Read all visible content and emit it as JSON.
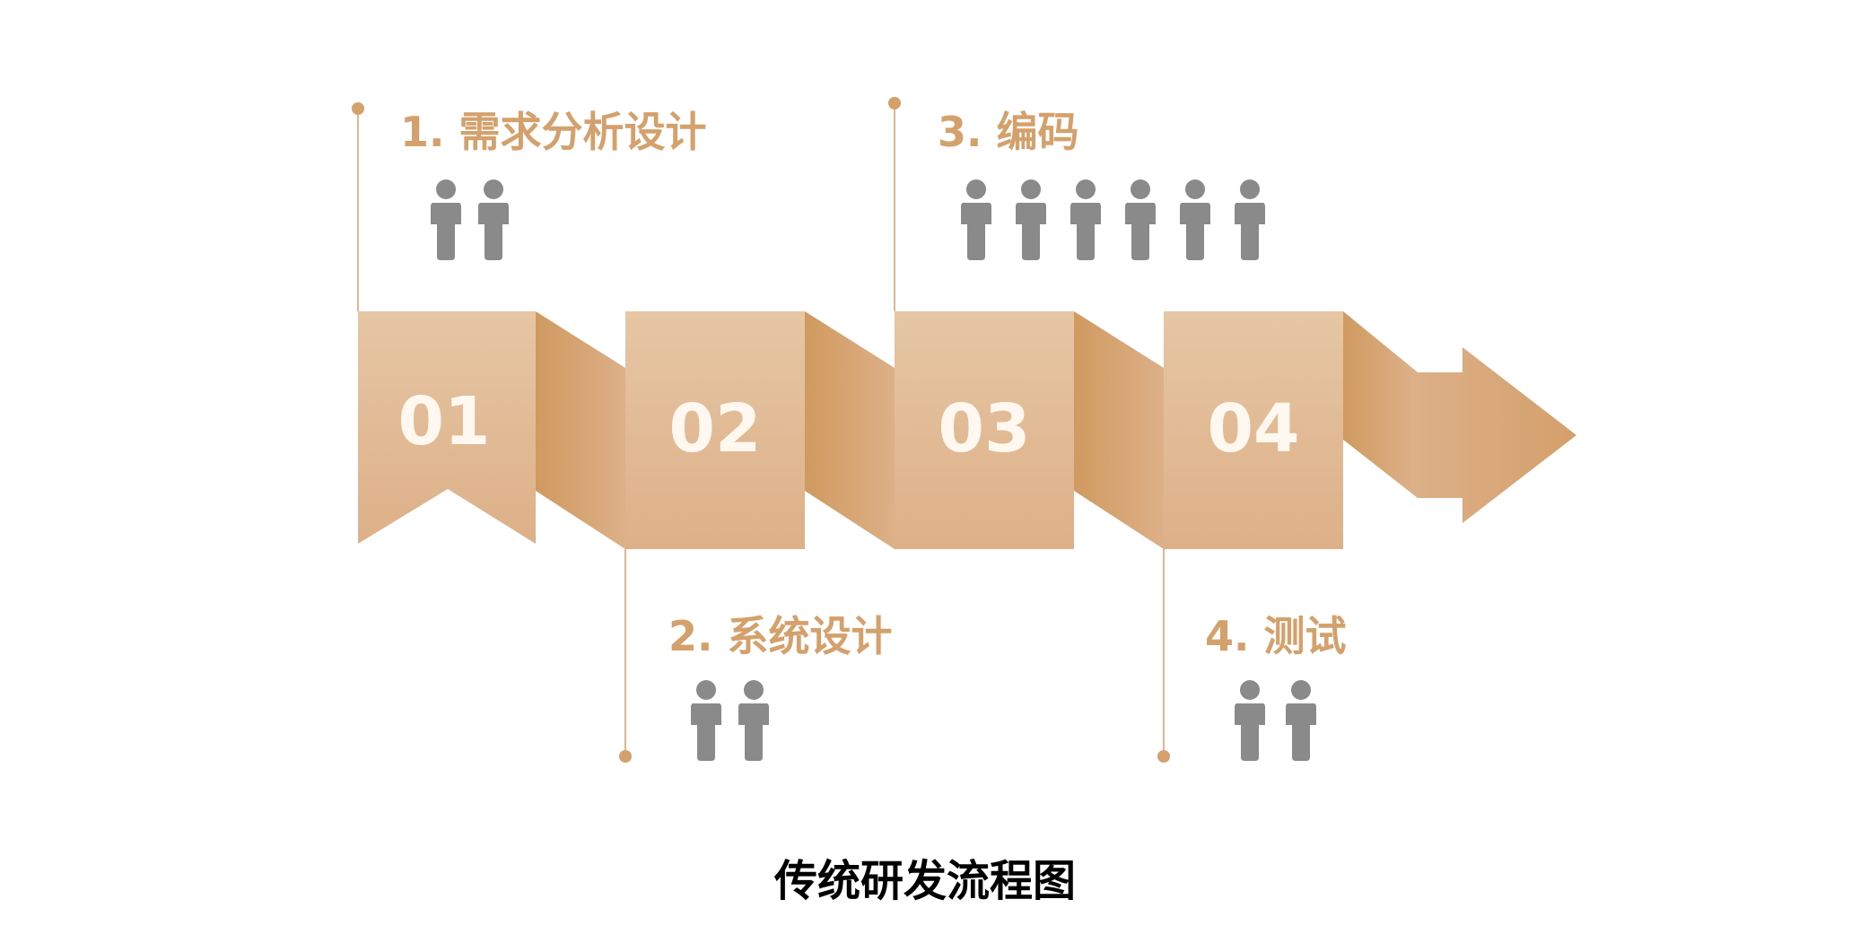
{
  "diagram": {
    "caption": "传统研发流程图",
    "colors": {
      "accent": "#D4A06B",
      "block_light": "#E6C6A4",
      "block_dark": "#DDB088",
      "fold_dark": "#D09A60",
      "fold_light": "#DDB088",
      "number_text": "#FFF8F0",
      "people": "#8A8A8A",
      "caption": "#000000"
    },
    "steps": [
      {
        "number": "01",
        "label": "1. 需求分析设计",
        "people_count": 2
      },
      {
        "number": "02",
        "label": "2. 系统设计",
        "people_count": 2
      },
      {
        "number": "03",
        "label": "3. 编码",
        "people_count": 6
      },
      {
        "number": "04",
        "label": "4. 测试",
        "people_count": 2
      }
    ],
    "icons": {
      "person": "person-icon",
      "arrow": "arrow-head"
    }
  }
}
